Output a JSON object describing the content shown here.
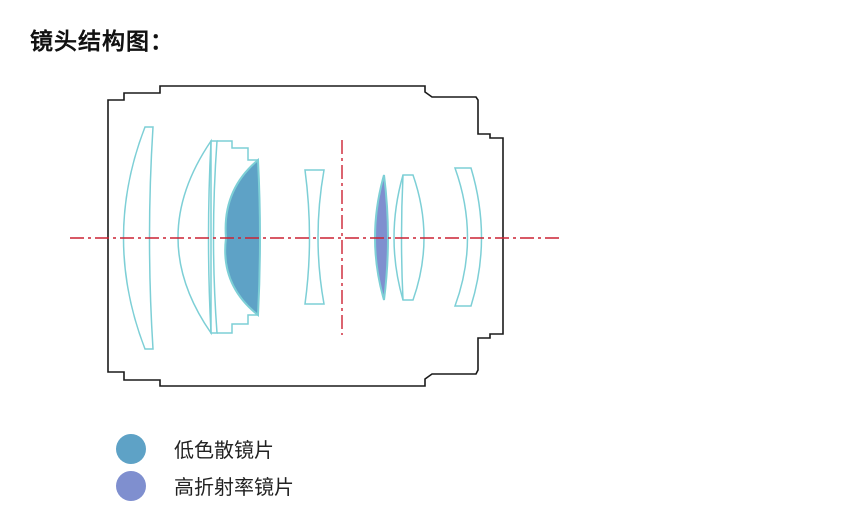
{
  "title": "镜头结构图：",
  "colors": {
    "housing": "#1a1a1a",
    "lens_outline": "#7dcfd6",
    "low_dispersion": "#5ea2c6",
    "high_refraction": "#7f8fcf",
    "axis": "#cc2233"
  },
  "legend": [
    {
      "label": "低色散镜片",
      "color": "#5ea2c6"
    },
    {
      "label": "高折射率镜片",
      "color": "#7f8fcf"
    }
  ]
}
